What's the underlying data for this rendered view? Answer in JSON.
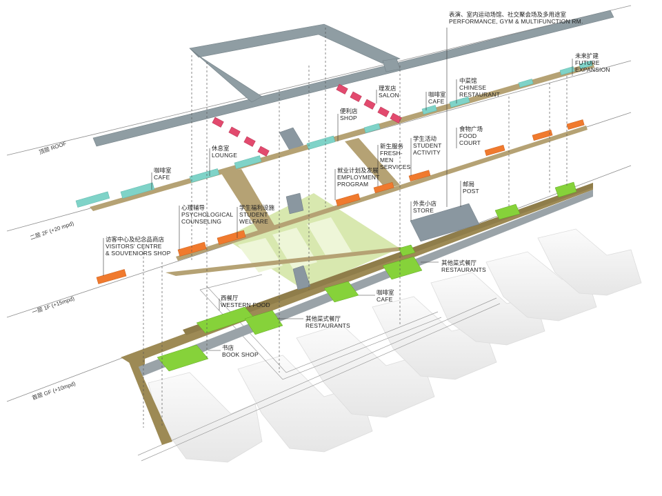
{
  "levels": [
    {
      "cn": "顶层",
      "en": "ROOF"
    },
    {
      "cn": "二层",
      "en": "2F (+20 mpd)"
    },
    {
      "cn": "一层",
      "en": "1F (+15mpd)"
    },
    {
      "cn": "首层",
      "en": "GF (+10mpd)"
    }
  ],
  "labels": {
    "performance": {
      "cn": "表演、室内运动场馆、社交聚会场及多用途室",
      "en": "PERFORMANCE, GYM & MULTIFUNCTION RM."
    },
    "future": {
      "cn": "未来扩建",
      "en": "FUTURE\nEXPANSION"
    },
    "chinese_restaurant": {
      "cn": "中菜馆",
      "en": "CHINESE\nRESTAURANT"
    },
    "cafe_2f_right": {
      "cn": "咖啡室",
      "en": "CAFE"
    },
    "salon": {
      "cn": "理发店",
      "en": "SALON"
    },
    "shop": {
      "cn": "便利店",
      "en": "SHOP"
    },
    "lounge": {
      "cn": "休息室",
      "en": "LOUNGE"
    },
    "cafe_2f_left": {
      "cn": "咖啡室",
      "en": "CAFE"
    },
    "food_court": {
      "cn": "食物广场",
      "en": "FOOD\nCOURT"
    },
    "student_activity": {
      "cn": "学生活动",
      "en": "STUDENT\nACTIVITY"
    },
    "freshmen": {
      "cn": "新生服务",
      "en": "FRESH-\nMEN\nSERVICES"
    },
    "employment": {
      "cn": "就业计划及发展",
      "en": "EMPLOYMENT\nPROGRAM"
    },
    "post": {
      "cn": "邮局",
      "en": "POST"
    },
    "store": {
      "cn": "外卖小店",
      "en": "STORE"
    },
    "counseling": {
      "cn": "心理辅导",
      "en": "PSYCHOLOGICAL\nCOUNSELING"
    },
    "welfare": {
      "cn": "学生福利设施",
      "en": "STUDENT\nWELFARE"
    },
    "visitors": {
      "cn": "访客中心及纪念品商店",
      "en": "VISITORS' CENTRE\n& SOUVENIORS SHOP"
    },
    "restaurants_1f": {
      "cn": "其他菜式餐厅",
      "en": "RESTAURANTS"
    },
    "cafe_1f": {
      "cn": "咖啡室",
      "en": "CAFE"
    },
    "western": {
      "cn": "西餐厅",
      "en": "WESTERN FOOD"
    },
    "restaurants_gf": {
      "cn": "其他菜式餐厅",
      "en": "RESTAURANTS"
    },
    "bookshop": {
      "cn": "书店",
      "en": "BOOK SHOP"
    }
  },
  "colors": {
    "roof": "#8f9da3",
    "walkway": "#b5a274",
    "walkway_dark": "#8f7d4a",
    "plaza": "#c9e08f",
    "teal": "#7fd3c8",
    "pink": "#e24a6e",
    "orange": "#f07a2e",
    "green": "#86d23a",
    "grey_block": "#8a97a0",
    "building": "#eeeeee",
    "level_line": "#8c8c8c"
  }
}
